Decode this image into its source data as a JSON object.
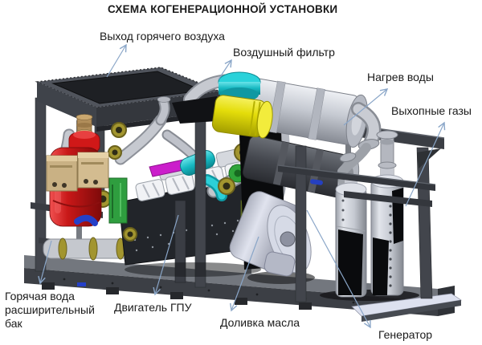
{
  "title": "СХЕМА КОГЕНЕРАЦИОННОЙ УСТАНОВКИ",
  "colors": {
    "background": "#ffffff",
    "callout_arrow": "#8aa6c8",
    "text": "#1a1a1a",
    "air_filter_yellow": "#e4dd0a",
    "air_filter_cyan": "#17b9c2",
    "expansion_tank_red": "#c81818",
    "frame_dark": "#3c3f45"
  },
  "labels": {
    "hot_air_outlet": "Выход горячего воздуха",
    "air_filter": "Воздушный фильтр",
    "water_heating": "Нагрев воды",
    "exhaust_gases": "Выхопные газы",
    "hot_water_expansion_tank": "Горячая вода\nрасширительный\nбак",
    "engine_gpu": "Двигатель ГПУ",
    "oil_refill": "Доливка масла",
    "generator": "Генератор"
  }
}
